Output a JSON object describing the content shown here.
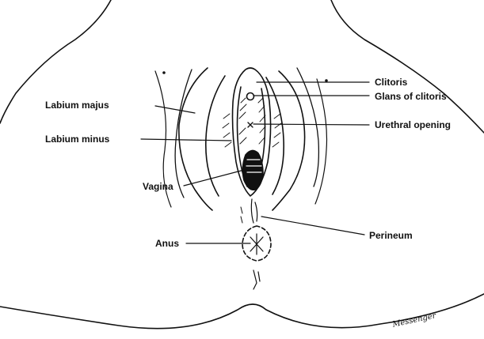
{
  "labels": {
    "labium_majus": "Labium majus",
    "labium_minus": "Labium minus",
    "vagina": "Vagina",
    "anus": "Anus",
    "clitoris": "Clitoris",
    "glans_of_clitoris": "Glans of clitoris",
    "urethral_opening": "Urethral opening",
    "perineum": "Perineum"
  },
  "signature": "Messenger",
  "colors": {
    "ink": "#111111",
    "background": "#ffffff"
  }
}
